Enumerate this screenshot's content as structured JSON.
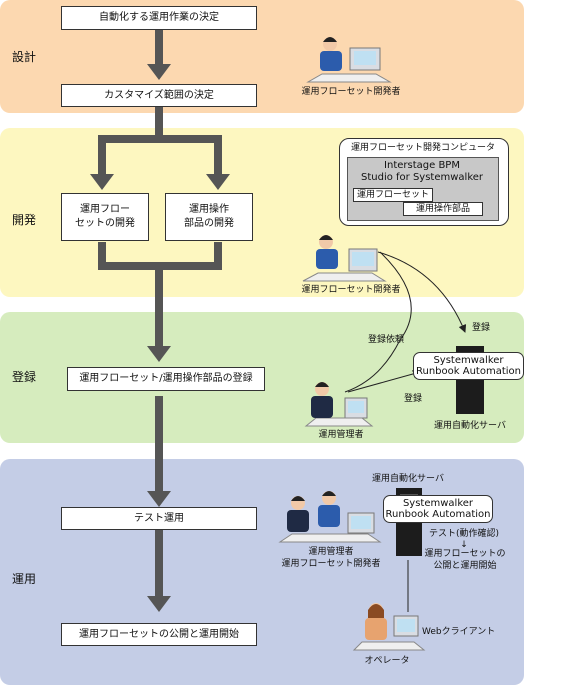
{
  "bands": {
    "design": "設計",
    "develop": "開発",
    "register": "登録",
    "operate": "運用"
  },
  "steps": {
    "decide_ops": "自動化する運用作業の決定",
    "decide_scope": "カスタマイズ範囲の決定",
    "dev_flow": "運用フロー\nセットの開発",
    "dev_parts": "運用操作\n部品の開発",
    "register_both": "運用フローセット/運用操作部品の登録",
    "test_ops": "テスト運用",
    "publish": "運用フローセットの公開と運用開始"
  },
  "labels": {
    "developer_1": "運用フローセット開発者",
    "computer_title": "運用フローセット開発コンピュータ",
    "interstage": "Interstage BPM\nStudio for Systemwalker",
    "flowset": "運用フローセット",
    "parts": "運用操作部品",
    "developer_2": "運用フローセット開発者",
    "register_request": "登録依頼",
    "register_top": "登録",
    "register_bottom": "登録",
    "systemwalker_1": "Systemwalker\nRunbook Automation",
    "server_1": "運用自動化サーバ",
    "admin_1": "運用管理者",
    "server_2_title": "運用自動化サーバ",
    "systemwalker_2": "Systemwalker\nRunbook Automation",
    "test_check": "テスト(動作確認)",
    "down_arrow": "↓",
    "publish_ops": "運用フローセットの\n公開と運用開始",
    "admin_dev": "運用管理者\n運用フローセット開発者",
    "web_client": "Webクライアント",
    "operator": "オペレータ"
  },
  "colors": {
    "design_band": "#fcd8b0",
    "develop_band": "#fdf7c0",
    "register_band": "#d6ecbe",
    "operate_band": "#c4cde6",
    "arrow": "#555555",
    "connector": "#222222"
  }
}
